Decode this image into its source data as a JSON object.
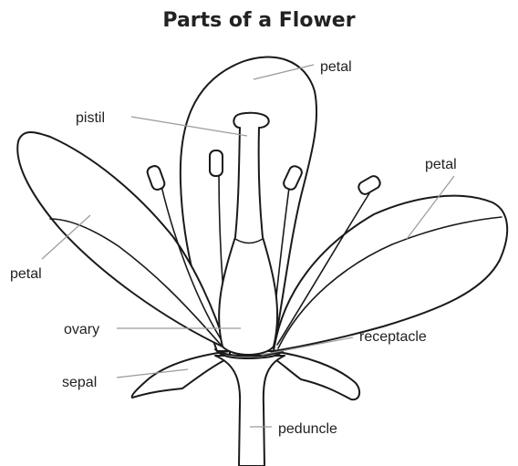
{
  "title": "Parts of a Flower",
  "labels": {
    "petal_top": "petal",
    "pistil": "pistil",
    "petal_right": "petal",
    "petal_left": "petal",
    "ovary": "ovary",
    "receptacle": "receptacle",
    "sepal": "sepal",
    "peduncle": "peduncle"
  },
  "colors": {
    "ink": "#1a1a1a",
    "leader_line": "#9a9a9a",
    "background": "#ffffff"
  }
}
